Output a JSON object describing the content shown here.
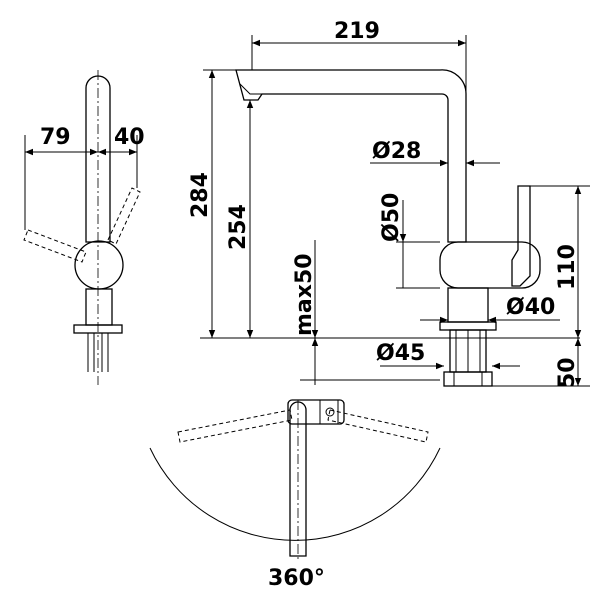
{
  "dimensions": {
    "width_reach": "219",
    "left_79": "79",
    "left_40": "40",
    "total_height": "284",
    "spout_height": "254",
    "max_counter": "max50",
    "dia_28": "Ø28",
    "dia_50": "Ø50",
    "height_110": "110",
    "dia_40": "Ø40",
    "dia_45": "Ø45",
    "height_50": "50",
    "rotation": "360°"
  }
}
